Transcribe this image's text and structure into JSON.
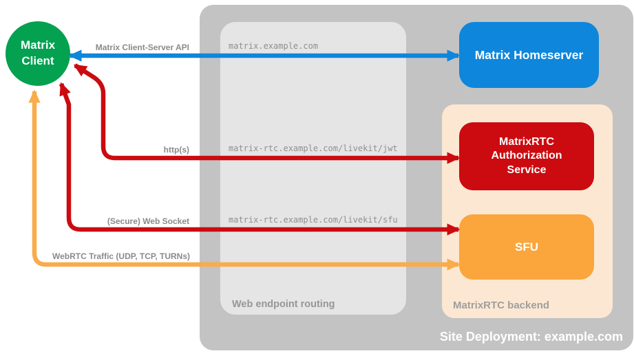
{
  "containers": {
    "site_deployment": {
      "label": "Site Deployment: example.com",
      "color": "#c3c3c4",
      "label_color": "#ffffff"
    },
    "web_endpoint_routing": {
      "label": "Web endpoint routing",
      "color": "#e5e5e6",
      "label_color": "#969696"
    },
    "matrixrtc_backend": {
      "label": "MatrixRTC backend",
      "color": "#fce8d2",
      "label_color": "#9e9e9e"
    }
  },
  "nodes": {
    "matrix_client": {
      "label": "Matrix\nClient",
      "color": "#03a150",
      "text_color": "#ffffff"
    },
    "matrix_homeserver": {
      "label": "Matrix Homeserver",
      "color": "#0e86db",
      "text_color": "#ffffff"
    },
    "matrixrtc_auth_service": {
      "label": "MatrixRTC\nAuthorization\nService",
      "color": "#cb0b10",
      "text_color": "#ffffff"
    },
    "sfu": {
      "label": "SFU",
      "color": "#faa63c",
      "text_color": "#ffffff"
    }
  },
  "edges": [
    {
      "id": "matrix-client-server-api",
      "label": "Matrix Client-Server API",
      "endpoint": "matrix.example.com",
      "color": "#0e86db",
      "from": "Matrix Client",
      "to": "Matrix Homeserver",
      "bidirectional": true
    },
    {
      "id": "https",
      "label": "http(s)",
      "endpoint": "matrix-rtc.example.com/livekit/jwt",
      "color": "#cb0b10",
      "from": "Matrix Client",
      "to": "MatrixRTC Authorization Service",
      "bidirectional": true
    },
    {
      "id": "secure-web-socket",
      "label": "(Secure) Web Socket",
      "endpoint": "matrix-rtc.example.com/livekit/sfu",
      "color": "#cb0b10",
      "from": "Matrix Client",
      "to": "SFU",
      "bidirectional": true
    },
    {
      "id": "webrtc-traffic",
      "label": "WebRTC Traffic (UDP, TCP, TURNs)",
      "color": "#f8ac4a",
      "from": "Matrix Client",
      "to": "SFU",
      "bidirectional": true
    }
  ],
  "text_colors": {
    "edge_label": "#8a8a8a",
    "endpoint_label": "#8f8f8f"
  }
}
